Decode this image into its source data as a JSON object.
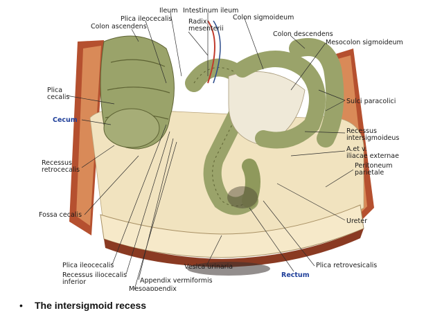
{
  "labels": {
    "ileum": "Ileum",
    "intestinum_ileum": "Intestinum ileum",
    "plica_ileocecalis_top": "Plica ileocecalis",
    "colon_ascendens": "Colon ascendens",
    "radix": "Radix",
    "mesenterii": "mesenterii",
    "colon_sigmoideum": "Colon sigmoideum",
    "colon_descendens": "Colon descendens",
    "mesocolon_sigmoideum": "Mesocolon sigmoideum",
    "plica": "Plica",
    "cecalis": "cecalis",
    "sulci_paracolici": "Sulci paracolici",
    "cecum": "Cecum",
    "recessus_1": "Recessus",
    "intersigmoideus": "intersigmoideus",
    "aet_v": "A.et v.",
    "iliacae_externae": "iliacae externae",
    "recessus_2": "Recessus",
    "retrocecalis": "retrocecalis",
    "peritoneum": "Peritoneum",
    "parietale": "parietale",
    "fossa_cecalis": "Fossa cecalis",
    "ureter": "Ureter",
    "plica_ileocecalis_bottom": "Plica ileocecalis",
    "vesica_urinaria": "Vesica urinaria",
    "plica_retrovesicalis": "Plica retrovesicalis",
    "recessus_iliocecalis": "Recessus iliocecalis",
    "inferior": "inferior",
    "rectum": "Rectum",
    "appendix_vermiformis": "Appendix vermiformis",
    "mesoappendix": "Mesoappendix"
  },
  "caption": {
    "bullet": "•",
    "text": "The intersigmoid recess"
  },
  "colors": {
    "label_blue": "#1f3f9a",
    "intestine": "#9aa36a",
    "peritoneum": "#f1e3bf",
    "muscle": "#b5502f"
  }
}
